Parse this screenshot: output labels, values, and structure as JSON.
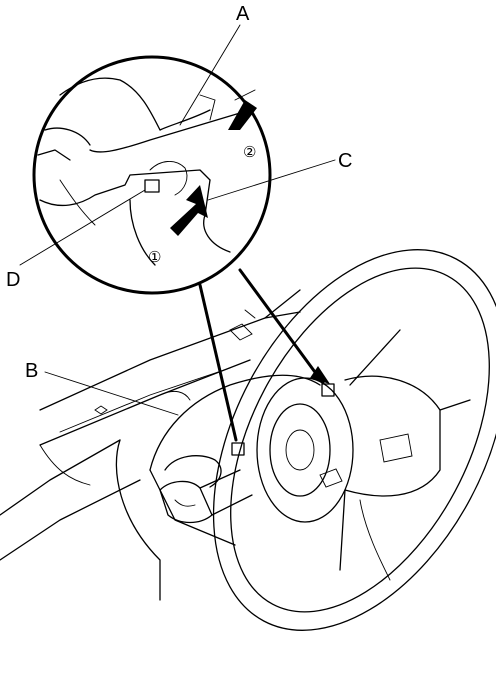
{
  "callouts": {
    "a": "A",
    "b": "B",
    "c": "C",
    "d": "D"
  },
  "steps": {
    "one": "①",
    "two": "②"
  }
}
